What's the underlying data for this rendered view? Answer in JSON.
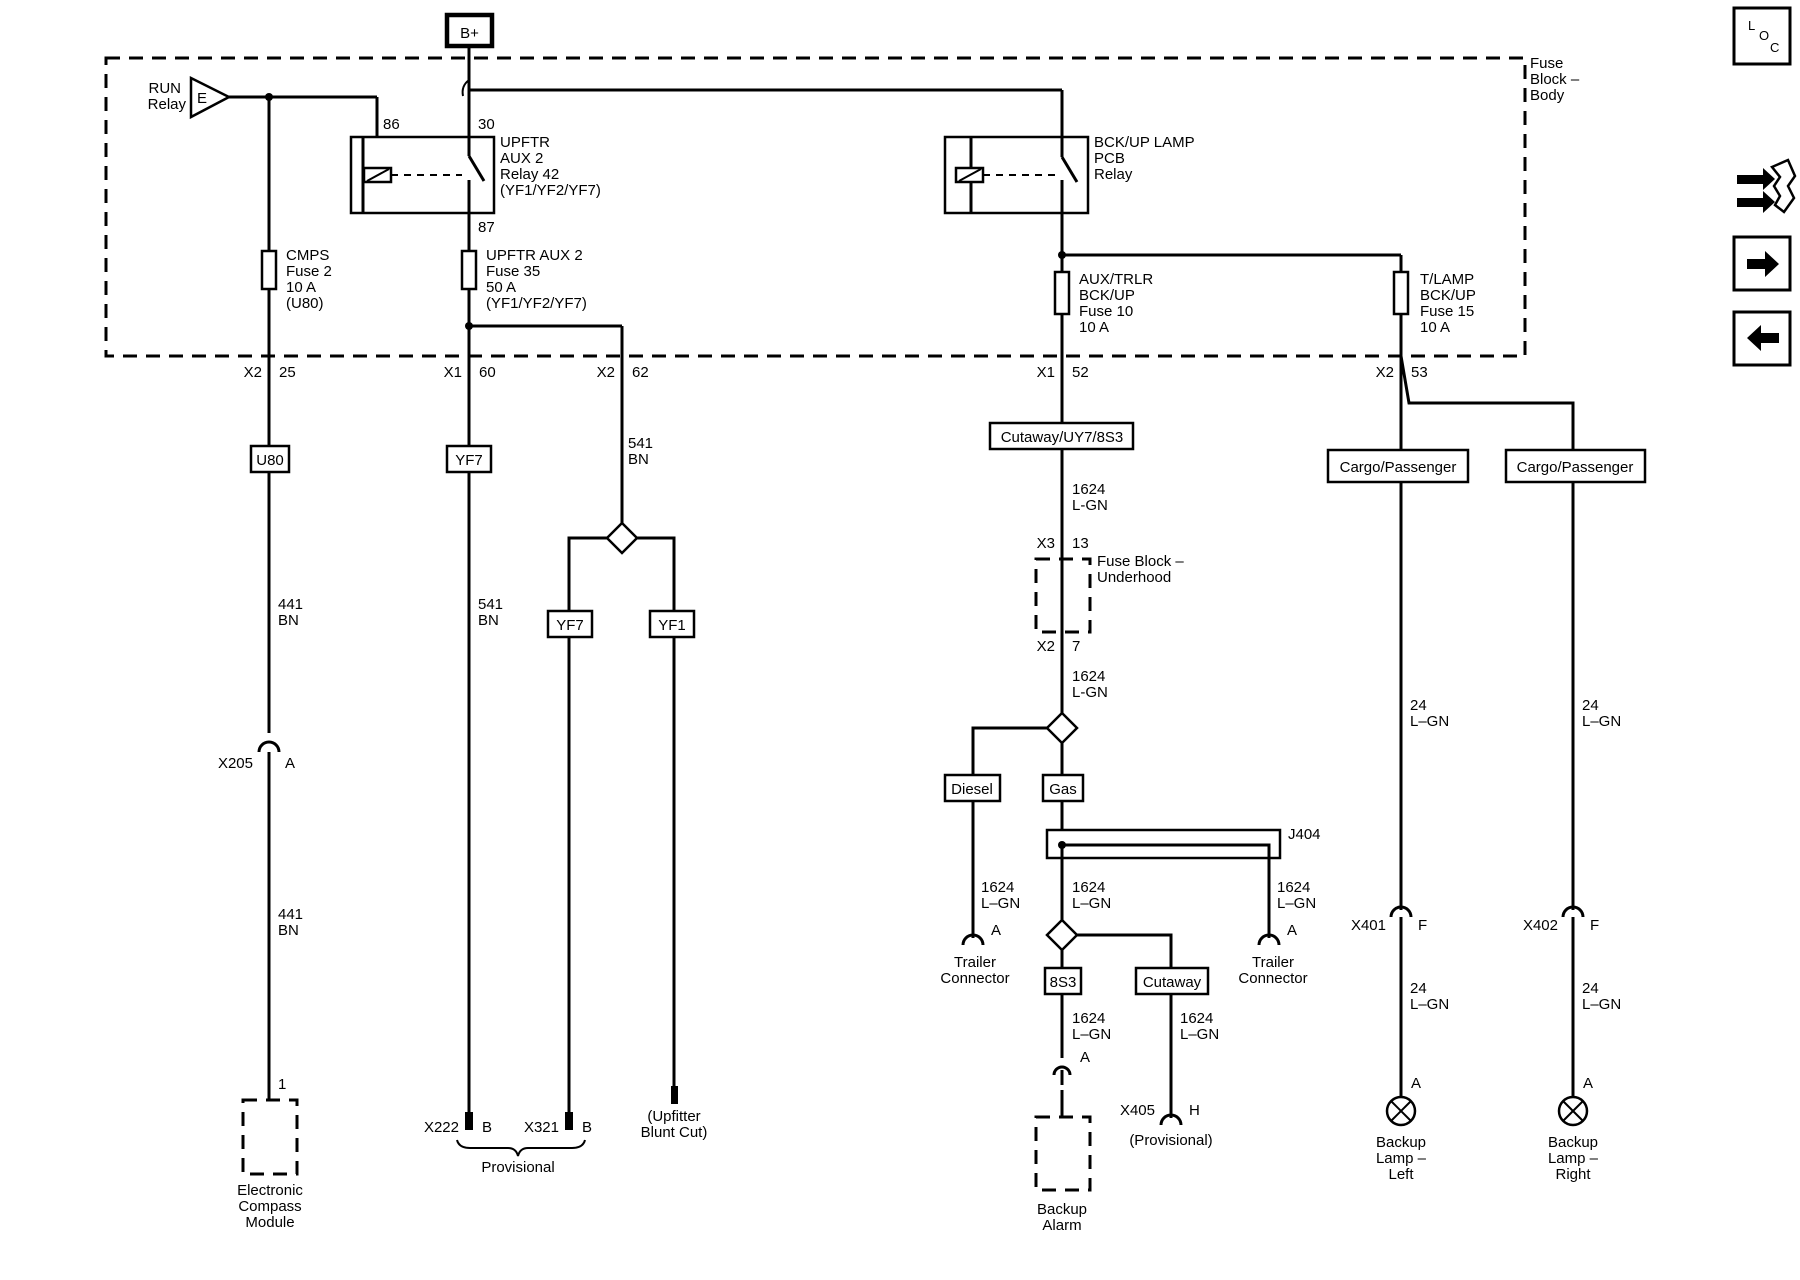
{
  "power": {
    "label": "B+"
  },
  "fuse_block_body": {
    "line1": "Fuse",
    "line2": "Block –",
    "line3": "Body"
  },
  "run_relay": {
    "line1": "RUN",
    "line2": "Relay",
    "pin": "E"
  },
  "upftr_relay": {
    "pin86": "86",
    "pin30": "30",
    "pin87": "87",
    "line1": "UPFTR",
    "line2": "AUX 2",
    "line3": "Relay 42",
    "line4": "(YF1/YF2/YF7)"
  },
  "bckup_relay": {
    "line1": "BCK/UP LAMP",
    "line2": "PCB",
    "line3": "Relay"
  },
  "fuse_cmps": {
    "line1": "CMPS",
    "line2": "Fuse 2",
    "line3": "10 A",
    "line4": "(U80)"
  },
  "fuse_upftr": {
    "line1": "UPFTR AUX 2",
    "line2": "Fuse 35",
    "line3": "50 A",
    "line4": "(YF1/YF2/YF7)"
  },
  "fuse_aux_trlr": {
    "line1": "AUX/TRLR",
    "line2": "BCK/UP",
    "line3": "Fuse 10",
    "line4": "10 A"
  },
  "fuse_tlamp": {
    "line1": "T/LAMP",
    "line2": "BCK/UP",
    "line3": "Fuse 15",
    "line4": "10 A"
  },
  "connectors": {
    "c1_conn": "X2",
    "c1_pin": "25",
    "c2_conn": "X1",
    "c2_pin": "60",
    "c3_conn": "X2",
    "c3_pin": "62",
    "c4_conn": "X1",
    "c4_pin": "52",
    "c5_conn": "X2",
    "c5_pin": "53"
  },
  "options": {
    "u80": "U80",
    "yf7_a": "YF7",
    "yf7_b": "YF7",
    "yf1": "YF1",
    "cutaway_uy7": "Cutaway/UY7/8S3",
    "cargo_left": "Cargo/Passenger",
    "cargo_right": "Cargo/Passenger",
    "diesel": "Diesel",
    "gas": "Gas",
    "s83": "8S3",
    "cutaway": "Cutaway"
  },
  "wires": {
    "w441a_num": "441",
    "w441a_col": "BN",
    "w441b_num": "441",
    "w441b_col": "BN",
    "w541a_num": "541",
    "w541a_col": "BN",
    "w541b_num": "541",
    "w541b_col": "BN",
    "w1624a_num": "1624",
    "w1624a_col": "L-GN",
    "w1624b_num": "1624",
    "w1624b_col": "L-GN",
    "w1624c_num": "1624",
    "w1624c_col": "L–GN",
    "w1624d_num": "1624",
    "w1624d_col": "L–GN",
    "w1624e_num": "1624",
    "w1624e_col": "L–GN",
    "w1624f_num": "1624",
    "w1624f_col": "L–GN",
    "w1624g_num": "1624",
    "w1624g_col": "L–GN",
    "w24a_num": "24",
    "w24a_col": "L–GN",
    "w24b_num": "24",
    "w24b_col": "L–GN",
    "w24c_num": "24",
    "w24c_col": "L–GN",
    "w24d_num": "24",
    "w24d_col": "L–GN"
  },
  "fuse_block_underhood": {
    "line1": "Fuse Block –",
    "line2": "Underhood",
    "top_conn": "X3",
    "top_pin": "13",
    "bot_conn": "X2",
    "bot_pin": "7"
  },
  "inline_connectors": {
    "x205": "X205",
    "x205_pin": "A",
    "x401": "X401",
    "x401_pin": "F",
    "x402": "X402",
    "x402_pin": "F",
    "x405": "X405",
    "x405_pin": "H",
    "x222": "X222",
    "x222_pin": "B",
    "x321": "X321",
    "x321_pin": "B",
    "trailer_l_pin": "A",
    "trailer_r_pin": "A",
    "alarm_pin": "A"
  },
  "components": {
    "compass_pin": "1",
    "compass_1": "Electronic",
    "compass_2": "Compass",
    "compass_3": "Module",
    "provisional": "Provisional",
    "upfitter_1": "(Upfitter",
    "upfitter_2": "Blunt Cut)",
    "trailer_l_1": "Trailer",
    "trailer_l_2": "Connector",
    "trailer_r_1": "Trailer",
    "trailer_r_2": "Connector",
    "alarm_1": "Backup",
    "alarm_2": "Alarm",
    "x405_note": "(Provisional)",
    "lamp_l_pin": "A",
    "lamp_l_1": "Backup",
    "lamp_l_2": "Lamp –",
    "lamp_l_3": "Left",
    "lamp_r_pin": "A",
    "lamp_r_1": "Backup",
    "lamp_r_2": "Lamp –",
    "lamp_r_3": "Right",
    "j404": "J404"
  },
  "sidebar": {
    "loc_l": "L",
    "loc_o": "O",
    "loc_c": "C"
  }
}
